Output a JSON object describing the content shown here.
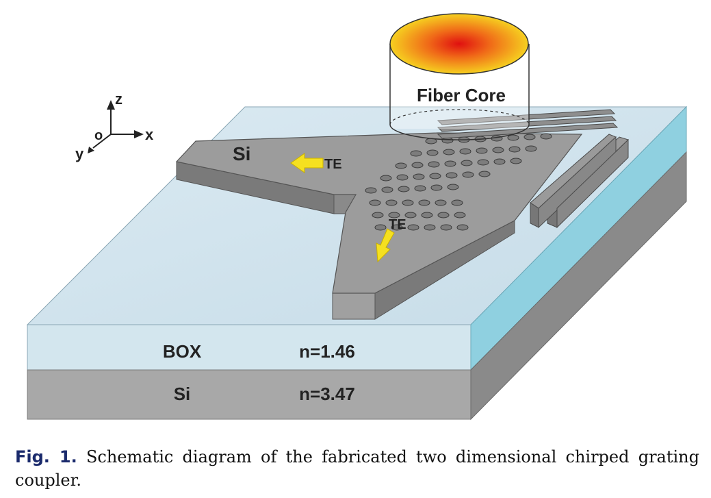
{
  "diagram": {
    "fiber_label": "Fiber Core",
    "axes": {
      "z": "z",
      "x": "x",
      "y": "y",
      "origin": "o"
    },
    "si_label": "Si",
    "te_label_1": "TE",
    "te_label_2": "TE",
    "layers": [
      {
        "name": "BOX",
        "index": "n=1.46"
      },
      {
        "name": "Si",
        "index": "n=3.47"
      }
    ],
    "colors": {
      "box_front": "#d3e6ee",
      "box_side": "#8fd0e0",
      "substrate_front": "#a8a8a8",
      "substrate_side": "#8a8a8a",
      "top_surface": "#cfe3ee",
      "silicon_top": "#9c9c9c",
      "silicon_side": "#777777",
      "arrow": "#f5e020",
      "fiber_center": "#e01010",
      "fiber_edge": "#f6d020"
    }
  },
  "caption": {
    "prefix": "Fig. 1.",
    "text": "Schematic diagram of the fabricated two dimensional chirped grating coupler."
  }
}
